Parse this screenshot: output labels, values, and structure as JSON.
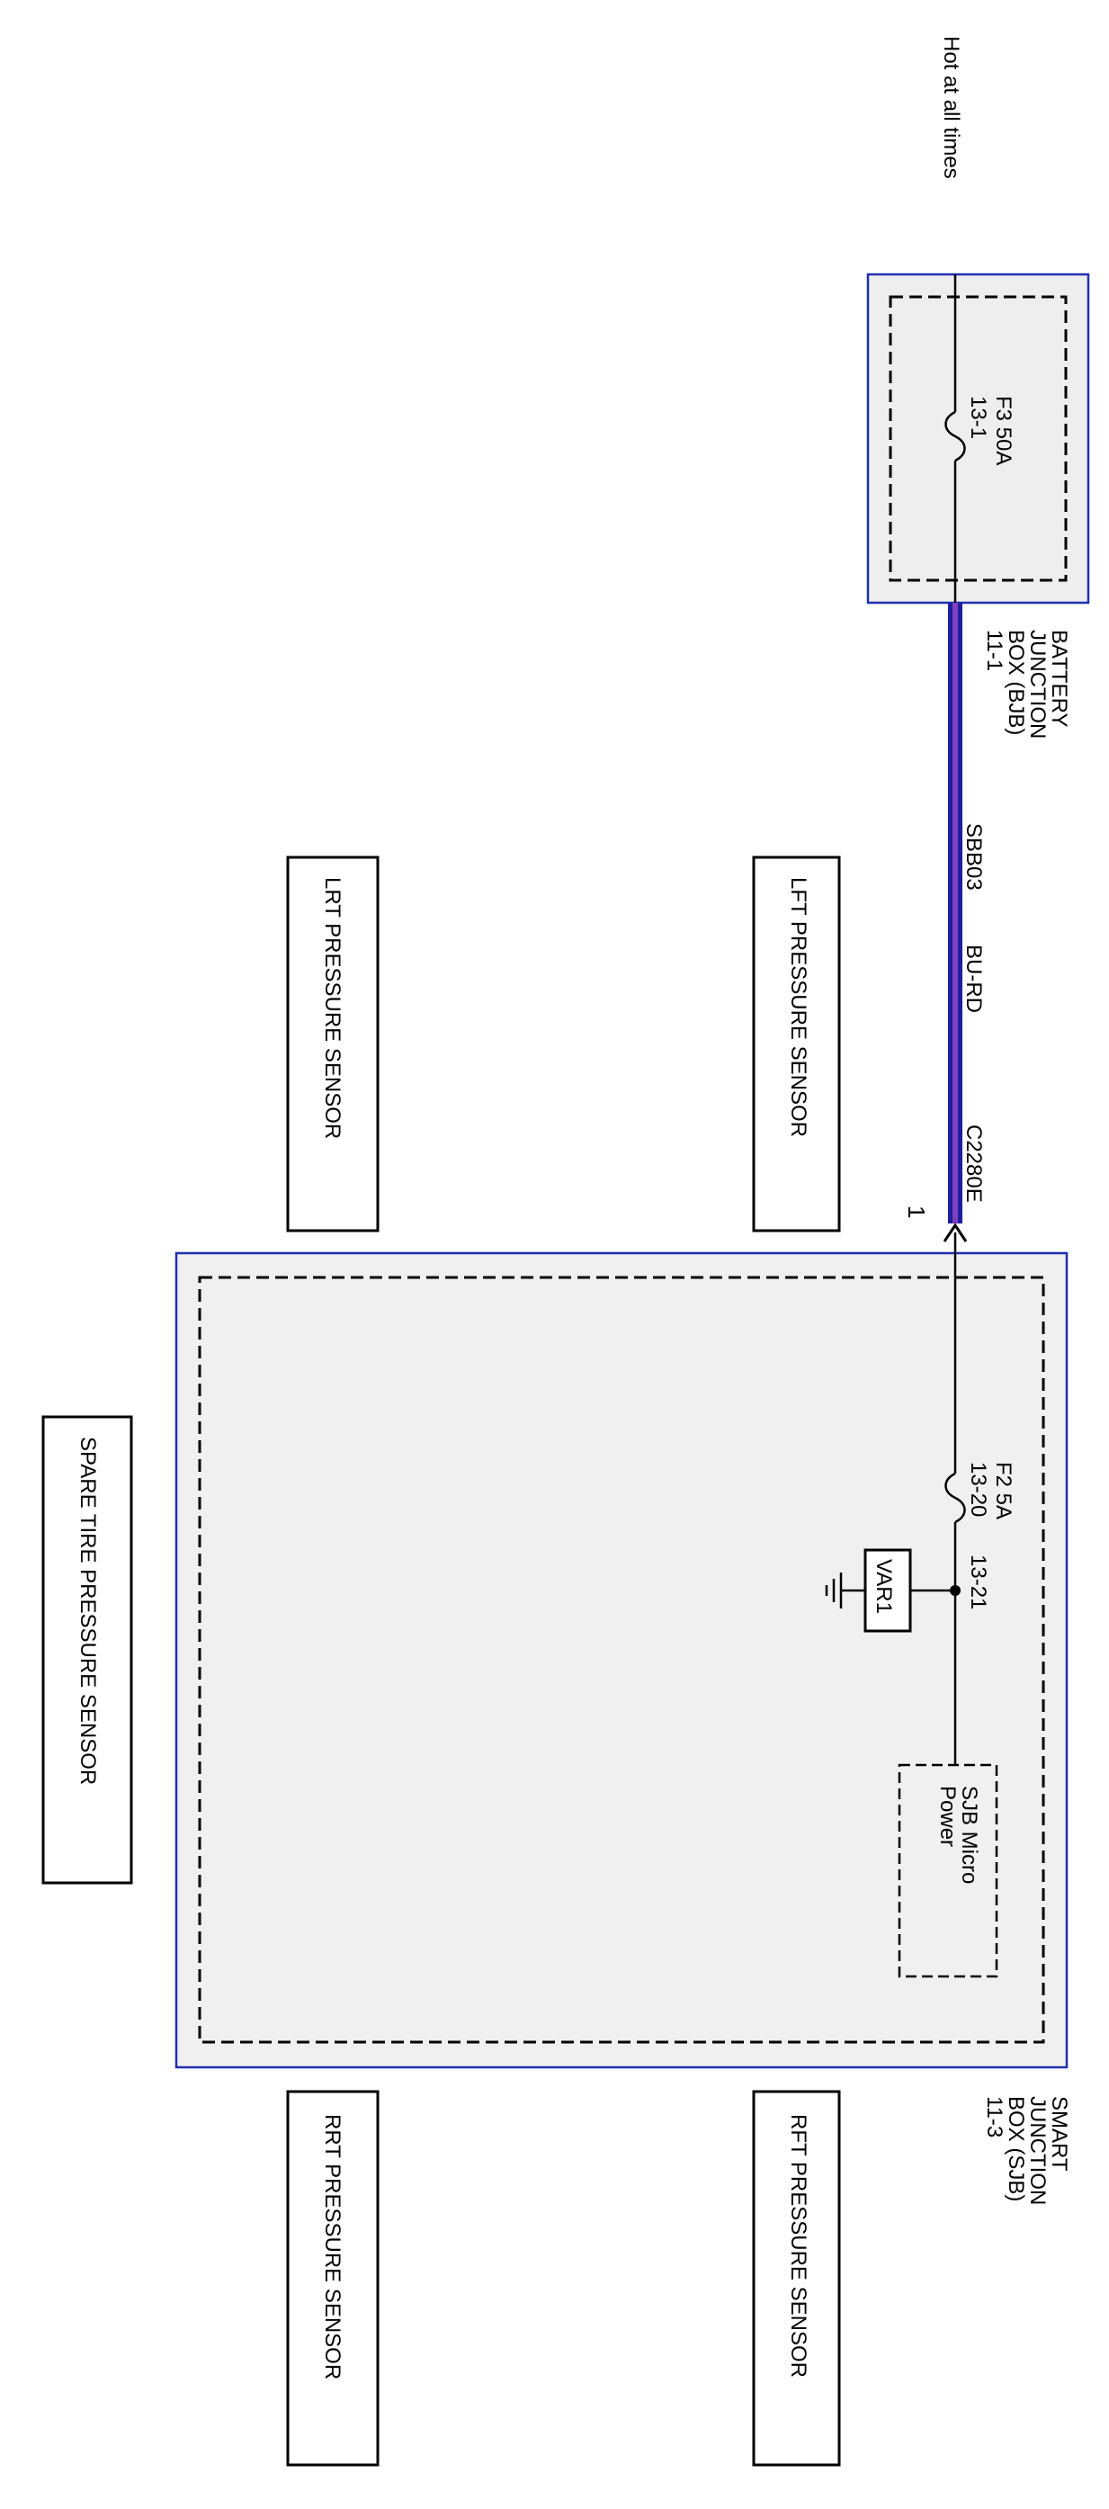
{
  "colors": {
    "wire_blue": "#1f1f9e",
    "wire_purple": "#7f3fbf",
    "module_outline": "#1f2fb0",
    "module_fill": "#f0f0f0"
  },
  "power_note": "Hot at all times",
  "bjb": {
    "name_lines": [
      "BATTERY",
      "JUNCTION",
      "BOX (BJB)",
      "11-1"
    ],
    "fuse_name": "F3  50A",
    "fuse_pin": "13-1"
  },
  "wire": {
    "circuit": "SBB03",
    "color_code": "BU-RD",
    "connector": "C2280E",
    "pin": "1"
  },
  "sjb": {
    "name_lines": [
      "SMART",
      "JUNCTION",
      "BOX (SJB)",
      "11-3"
    ],
    "fuse_name": "F2  5A",
    "fuse_pin": "13-20",
    "splice_pin": "13-21",
    "varistor": "VAR1",
    "micro_lines": [
      "SJB Micro",
      "Power"
    ]
  },
  "sensors": {
    "lft": "LFT PRESSURE SENSOR",
    "lrt": "LRT PRESSURE SENSOR",
    "rft": "RFT PRESSURE SENSOR",
    "rrt": "RRT PRESSURE SENSOR",
    "spare": "SPARE TIRE PRESSURE SENSOR"
  }
}
